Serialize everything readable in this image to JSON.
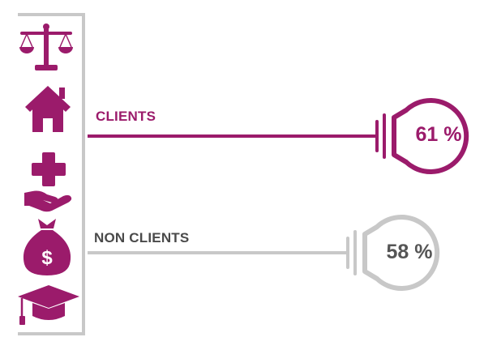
{
  "colors": {
    "accent": "#9b1b6b",
    "neutral_line": "#c8c8c8",
    "neutral_text": "#4a4a4a",
    "sidebar_border": "#c8c8c8"
  },
  "icons": [
    "scales-of-justice-icon",
    "house-icon",
    "health-cross-icon",
    "giving-hand-icon",
    "money-bag-icon",
    "graduation-cap-icon"
  ],
  "clients": {
    "label": "CLIENTS",
    "value": "61 %",
    "percent": 61
  },
  "non_clients": {
    "label": "NON CLIENTS",
    "value": "58 %",
    "percent": 58
  }
}
